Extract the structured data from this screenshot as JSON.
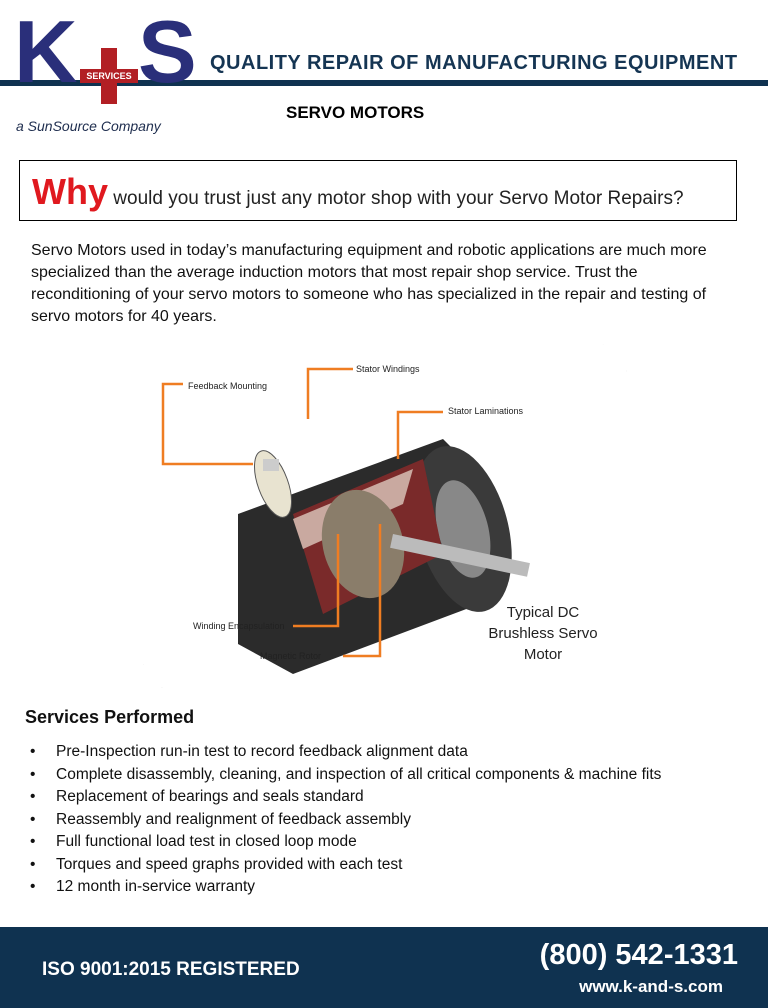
{
  "header": {
    "logo_text": "K+S",
    "logo_badge": "SERVICES",
    "logo_sub": "a SunSource Company",
    "tagline": "QUALITY REPAIR OF MANUFACTURING EQUIPMENT",
    "title": "SERVO MOTORS"
  },
  "why": {
    "emph": "Why",
    "rest": " would you trust just any motor shop with your Servo Motor Repairs?"
  },
  "intro": "Servo Motors used in today’s manufacturing equipment and robotic applications are much more specialized than the average induction motors that most repair shop service. Trust the reconditioning of your servo motors to someone who has specialized in the repair and testing of servo motors for 40 years.",
  "figure": {
    "labels": {
      "feedback": "Feedback Mounting",
      "stator_windings": "Stator Windings",
      "stator_laminations": "Stator Laminations",
      "winding_enc": "Winding Encapsulation",
      "rotor": "Magnetic Rotor"
    },
    "caption": "Typical DC Brushless Servo Motor"
  },
  "services": {
    "heading": "Services Performed",
    "items": [
      "Pre-Inspection run-in test to record feedback alignment data",
      "Complete disassembly, cleaning, and inspection of all critical components & machine fits",
      "Replacement of bearings and seals standard",
      "Reassembly and realignment of feedback assembly",
      "Full functional load test in closed loop mode",
      "Torques and speed graphs provided with each test",
      "12 month in-service warranty"
    ]
  },
  "footer": {
    "iso": "ISO 9001:2015 REGISTERED",
    "phone": "(800) 542-1331",
    "website": "www.k-and-s.com"
  }
}
